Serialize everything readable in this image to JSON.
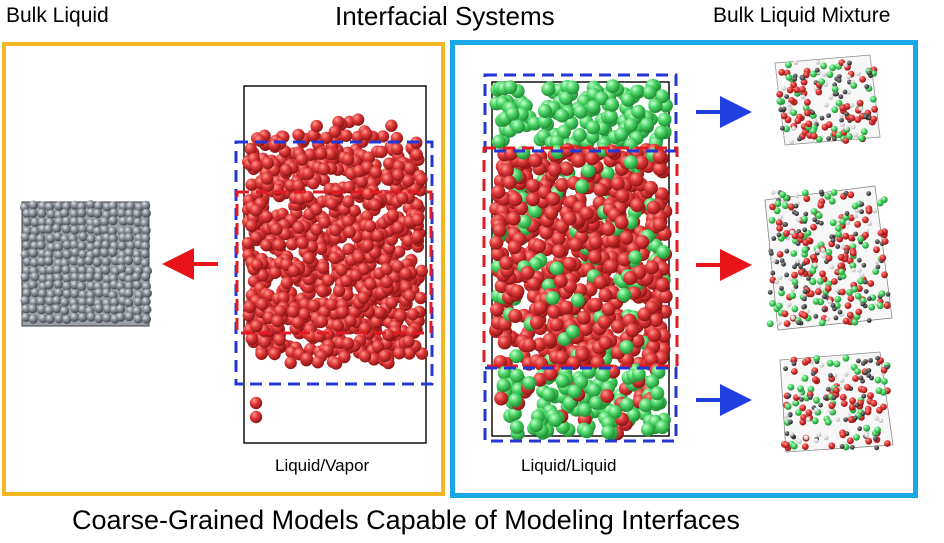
{
  "titles": {
    "left": "Bulk Liquid",
    "center": "Interfacial Systems",
    "right": "Bulk Liquid Mixture",
    "bottom": "Coarse-Grained Models Capable of Modeling Interfaces"
  },
  "labels": {
    "liquid_vapor": "Liquid/Vapor",
    "liquid_liquid": "Liquid/Liquid"
  },
  "colors": {
    "left_panel": "#f4b622",
    "right_panel": "#1aa7e6",
    "red_bead": "#e23a3a",
    "green_bead": "#4fd86a",
    "grey_bead": "#8d939b",
    "red_arrow": "#e8141a",
    "blue_arrow": "#1f3fe0",
    "red_dash": "#e21b22",
    "blue_dash": "#2436d6"
  },
  "icons": {
    "arrow_red": "arrow-left-icon",
    "arrow_right": "arrow-right-icon"
  }
}
